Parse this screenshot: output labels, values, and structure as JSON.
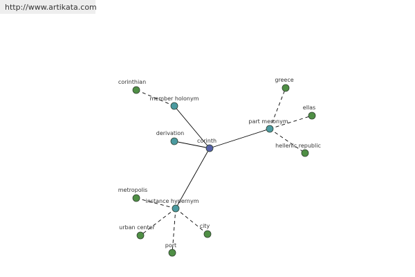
{
  "header": {
    "url": "http://www.artikata.com"
  },
  "colors": {
    "center": "#5560a8",
    "relation": "#4b9aa0",
    "leaf": "#4f8f45",
    "edge": "#000000",
    "node_stroke": "#2f3f2f"
  },
  "graph": {
    "center": {
      "label": "corinth"
    },
    "relations": [
      {
        "id": "member-holonym",
        "label": "member holonym",
        "leaves": [
          {
            "id": "corinthian",
            "label": "corinthian"
          }
        ]
      },
      {
        "id": "derivation",
        "label": "derivation",
        "leaves": []
      },
      {
        "id": "part-meronym",
        "label": "part meronym",
        "leaves": [
          {
            "id": "greece",
            "label": "greece"
          },
          {
            "id": "ellas",
            "label": "ellas"
          },
          {
            "id": "hellenic-republic",
            "label": "hellenic republic"
          }
        ]
      },
      {
        "id": "instance-hypernym",
        "label": "instance hypernym",
        "leaves": [
          {
            "id": "metropolis",
            "label": "metropolis"
          },
          {
            "id": "urban-center",
            "label": "urban center"
          },
          {
            "id": "port",
            "label": "port"
          },
          {
            "id": "city",
            "label": "city"
          }
        ]
      }
    ]
  }
}
